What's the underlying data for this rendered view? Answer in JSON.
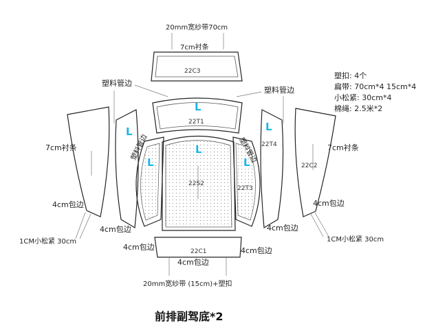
{
  "labels": {
    "top_tape": "20mm宽纱带70cm",
    "c3_strip": "7cm衬条",
    "c3_code": "22C3",
    "pipe_left": "塑料管边",
    "pipe_right": "塑料管边",
    "t1_code": "22T1",
    "s2_code": "22S2",
    "t3_code": "22T3",
    "t4_code": "22T4",
    "c2_code": "22C2",
    "c1_code": "22C1",
    "strip_left": "7cm衬条",
    "strip_right": "7cm衬条",
    "edge_left_1": "4cm包边",
    "edge_left_2": "4cm包边",
    "edge_left_3": "4cm包边",
    "edge_right_1": "4cm包边",
    "edge_right_2": "4cm包边",
    "edge_right_3": "4cm包边",
    "edge_bottom": "4cm包边",
    "small_elastic_left": "1CM小松紧 30cm",
    "small_elastic_right": "1CM小松紧 30cm",
    "bottom_tape": "20mm宽纱带 (15cm)+塑扣",
    "plastic_pipe_left_vert": "塑料管边",
    "plastic_pipe_right_vert": "塑料管边",
    "l_mark": "L"
  },
  "notes": [
    "塑扣: 4个",
    "扁带: 70cm*4   15cm*4",
    "小松紧: 30cm*4",
    "棉绳: 2.5米*2"
  ],
  "title": "前排副驾底*2"
}
